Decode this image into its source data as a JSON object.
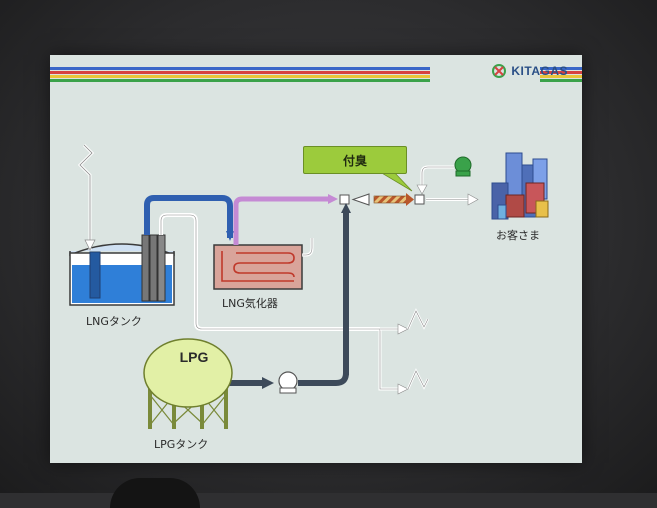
{
  "brand": {
    "name": "KITAGAS"
  },
  "labels": {
    "lng_tank": "LNGタンク",
    "lng_vaporizer": "LNG気化器",
    "lpg_tank": "LPGタンク",
    "lpg_sphere": "LPG",
    "customers": "お客さま",
    "odorizing": "付臭"
  },
  "colors": {
    "slide_bg": "#dbe4e1",
    "lng_pipe": "#2f5fb0",
    "vapor_pipe": "#c58ad4",
    "lpg_pipe": "#3d4a5a",
    "callout": "#9ccb3c",
    "water": "#2f7fd8",
    "lpg_tank": "#e2f0a6",
    "header_stripes": [
      "#3a67c8",
      "#d64242",
      "#e8c53a",
      "#3aa24a"
    ]
  },
  "icons": [
    "kitagas-logo-icon",
    "pump-icon",
    "check-valve-icon",
    "city-buildings-icon"
  ]
}
